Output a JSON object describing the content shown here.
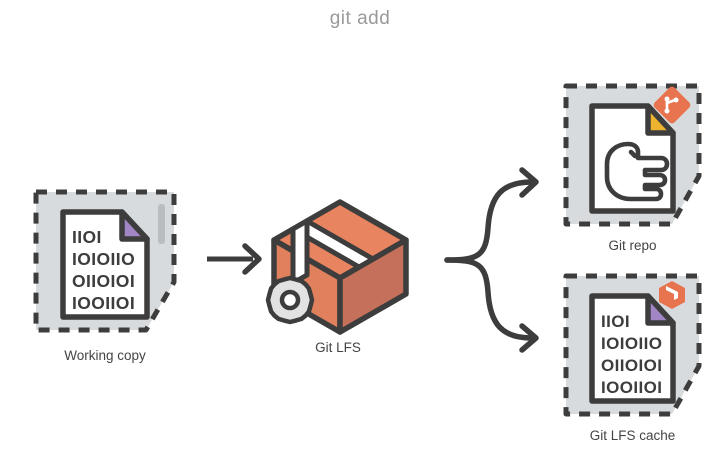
{
  "diagram": {
    "title": "git add",
    "type": "flow-diagram",
    "nodes": [
      {
        "id": "working-copy",
        "label": "Working copy",
        "icon": "binary-file-icon",
        "corner_color": "#a285c4",
        "container": "dashed-box",
        "badge": null,
        "file_lines": [
          "IIOI",
          "IOIOIIO",
          "OIIOIOI",
          "IOOIIOI"
        ]
      },
      {
        "id": "git-lfs",
        "label": "Git LFS",
        "icon": "package-box-icon",
        "container": "none",
        "badge": "gear-icon"
      },
      {
        "id": "git-repo",
        "label": "Git repo",
        "icon": "pointing-hand-file-icon",
        "corner_color": "#edb22e",
        "container": "dashed-box",
        "badge": "git-logo-icon",
        "file_lines": []
      },
      {
        "id": "git-lfs-cache",
        "label": "Git LFS cache",
        "icon": "binary-file-icon",
        "corner_color": "#a285c4",
        "container": "dashed-box",
        "badge": "lfs-box-icon",
        "file_lines": [
          "IIOI",
          "IOIOIIO",
          "OIIOIOI",
          "IOOIIOI"
        ]
      }
    ],
    "arrows": [
      {
        "id": "arrow-working-copy-to-lfs",
        "from": "working-copy",
        "to": "git-lfs",
        "style": "straight"
      },
      {
        "id": "arrow-lfs-to-git-repo",
        "from": "git-lfs",
        "to": "git-repo",
        "style": "curved-branch-up"
      },
      {
        "id": "arrow-lfs-to-lfs-cache",
        "from": "git-lfs",
        "to": "git-lfs-cache",
        "style": "curved-branch-down"
      }
    ],
    "colors": {
      "title": "#9a9a9a",
      "caption": "#444444",
      "stroke": "#3d3d3d",
      "container_fill": "#d8dbdd",
      "box_top": "#e8845f",
      "box_front": "#e0805d",
      "box_side": "#c4705a",
      "corner_purple": "#a285c4",
      "corner_yellow": "#edb22e",
      "gear_fill": "#e2e2e2",
      "paper": "#ffffff"
    }
  }
}
